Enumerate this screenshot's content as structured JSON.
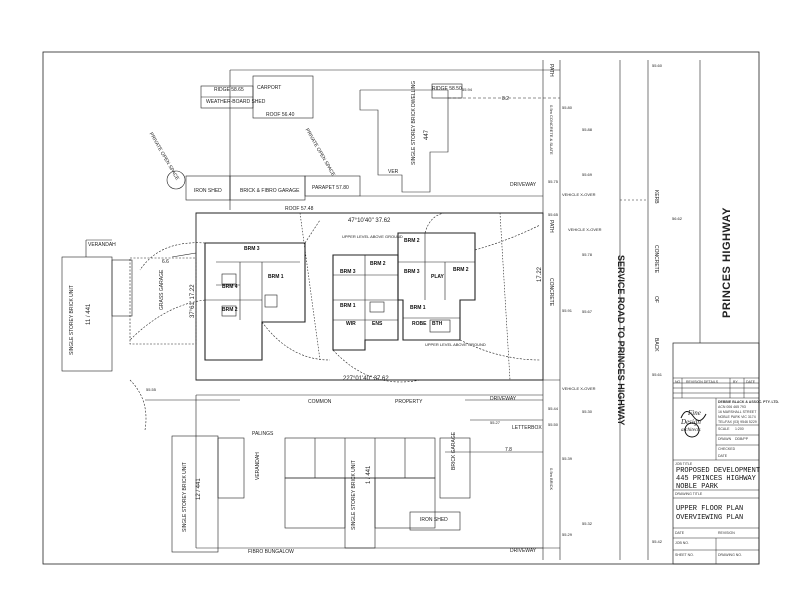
{
  "labels": {
    "rose_top": "RIDGE 58.65",
    "weatherboard_shed": "WEATHER-BOARD SHED",
    "carport": "CARPORT",
    "roof_top": "ROOF 56.40",
    "private_open_space_1": "PRIVATE OPEN SPACE",
    "private_open_space_2": "PRIVATE OPEN SPACE",
    "iron_shed": "IRON SHED",
    "brick_fibro_garage": "BRICK & FIBRO GARAGE",
    "parapet": "PARAPET 57.80",
    "roof_line": "ROOF 57.48",
    "verandah": "VERANDAH",
    "ridge_58": "RIDGE 58.50",
    "single_storey_11": "SINGLE STOREY BRICK UNIT",
    "unit_11": "11 / 441",
    "single_storey_dwelling_447": "SINGLE STOREY BRICK DWELLING",
    "number_447": "447",
    "ver": "VER",
    "driveway_top": "DRIVEWAY",
    "driveway_mid": "DRIVEWAY",
    "driveway_bottom": "DRIVEWAY",
    "common_property": "COMMON PROPERTY",
    "common": "COMMON",
    "property": "PROPERTY",
    "palings": "PALINGS",
    "letterbox": "LETTERBOX",
    "single_storey_12": "SINGLE STOREY BRICK UNIT",
    "unit_12": "12 / 441",
    "single_storey_1": "SINGLE STOREY BRICK UNIT",
    "unit_1": "1 / 441",
    "verandah_2": "VERANDAH",
    "brick_garage": "BRICK GARAGE",
    "iron_shed_2": "IRON SHED",
    "fibro_bungalow": "FIBRO BUNGALOW",
    "grass_garage": "GRASS GARAGE",
    "service_road": "SERVICE ROAD TO PRINCES HIGHWAY",
    "princes_highway": "PRINCES HIGHWAY",
    "path_top": "PATH",
    "concrete_slate": "0.5m CONCRETE & SLATE",
    "vehicle_xover_1": "VEHICLE X-OVER",
    "vehicle_xover_2": "VEHICLE X-OVER",
    "vehicle_xover_3": "VEHICLE X-OVER",
    "path_mid": "PATH",
    "concrete_mid": "CONCRETE",
    "kerb": "KERB",
    "concrete_right": "CONCRETE",
    "of": "OF",
    "back": "BACK",
    "brick_right": "0.5m BRICK",
    "dim_3761": "37°61' 17.22",
    "dim_4710": "47°10'40\" 37.62",
    "dim_227": "227°01'40\" 37.62",
    "dim_1722": "17.22",
    "dim_66": "6.6",
    "dim_78": "7.8",
    "dim_82": "8.2",
    "lvl_5660": "55.60",
    "lvl_5650": "55.50",
    "lvl_5588": "55.88",
    "lvl_5575": "55.75",
    "lvl_5578": "55.78",
    "lvl_5567": "55.67",
    "lvl_5591": "55.91",
    "lvl_5561": "55.61",
    "lvl_5555": "55.55",
    "lvl_5544": "55.44",
    "lvl_5530": "55.30",
    "lvl_5539": "55.39",
    "lvl_5532": "55.32",
    "lvl_5527": "55.27",
    "lvl_5529": "55.29",
    "lvl_5542": "55.42",
    "lvl_5562": "56.62",
    "lvl_5580": "55.80",
    "lvl_5569": "55.69",
    "lvl_5565": "55.65",
    "lvl_5594": "55.94",
    "upper_level": "UPPER LEVEL ABOVE GROUND",
    "upper_level_2": "UPPER LEVEL ABOVE GROUND"
  },
  "rooms": {
    "br1": "BRM 1",
    "br2": "BRM 2",
    "br3": "BRM 3",
    "br4": "BRM 4",
    "br1b": "BRM 1",
    "br2b": "BRM 2",
    "br3b": "BRM 3",
    "br2c": "BRM 2",
    "br1c": "BRM 1",
    "br3c": "BRM 3",
    "play": "PLAY",
    "brm2d": "BRM 2",
    "robe": "ROBE",
    "ens": "ENS",
    "bth": "BTH",
    "wir": "WIR"
  },
  "titleblock": {
    "revision_header": "REVISION DETAILS",
    "rev_no": "NO.",
    "rev_by": "BY",
    "rev_date": "DATE",
    "firm_name": "DEBBIE BLACK & ASSOC. PTY. LTD.",
    "firm_address_1": "16 MARSHALL STREET",
    "firm_address_2": "NOBLE PARK VIC 3174",
    "firm_phone": "TEL/FAX (03) 9546 5229",
    "firm_abn": "ACN 006 465 793",
    "logo_line1": "Fine",
    "logo_line2": "Design",
    "logo_line3": "architects",
    "job_title_label": "JOB TITLE",
    "project_line1": "PROPOSED DEVELOPMENT",
    "project_line2": "445 PRINCES HIGHWAY",
    "project_line3": "NOBLE PARK",
    "drawing_title_label": "DRAWING TITLE",
    "drawing_line1": "UPPER FLOOR PLAN",
    "drawing_line2": "OVERVIEWING PLAN",
    "scale_label": "SCALE",
    "scale_value": "1:200",
    "drawn_label": "DRAWN",
    "drawn_value": "DDB/PP",
    "checked_label": "CHECKED",
    "date_label": "DATE",
    "job_no_label": "JOB NO.",
    "sheet_no_label": "SHEET NO.",
    "drawing_no_label": "DRAWING NO.",
    "revision_label": "REVISION",
    "date_bottom_label": "DATE"
  }
}
